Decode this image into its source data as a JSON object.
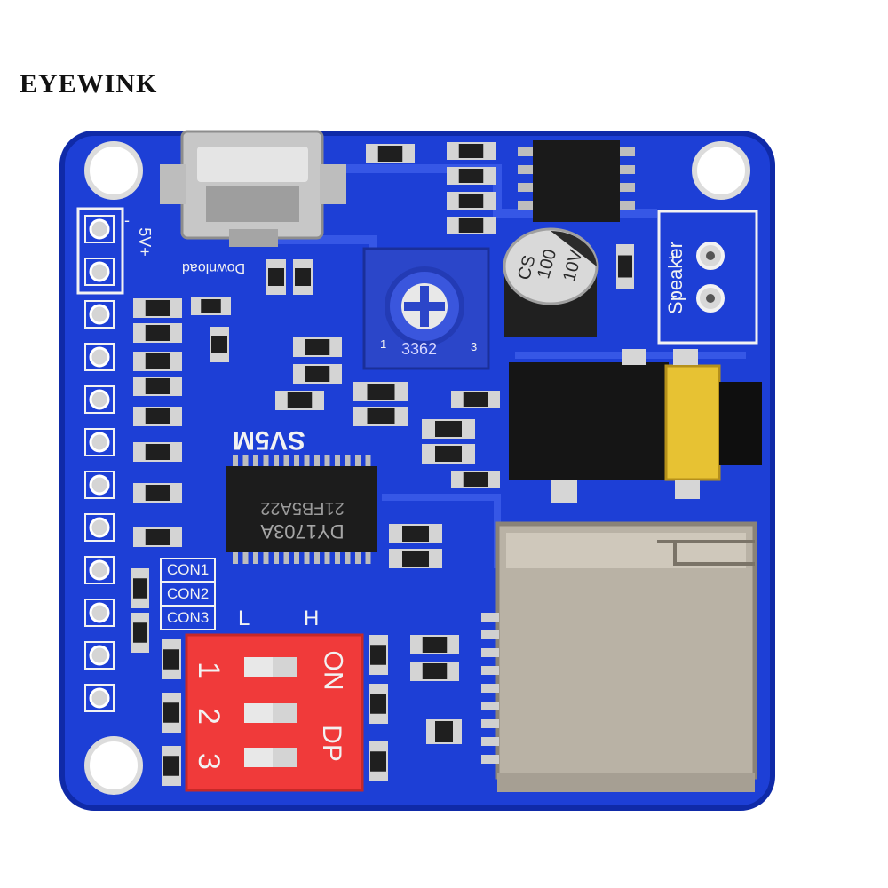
{
  "brand": "EYEWINK",
  "board": {
    "usb_label": "Download",
    "power_label": "5V+",
    "power_label_minus": "-",
    "chip_label": "SV5M",
    "ic_line1": "21FB5A22",
    "ic_line2": "DY1703A",
    "pot_label": "3362",
    "pot_pin1": "1",
    "pot_pin3": "3",
    "cap_line1": "CS",
    "cap_line2": "100",
    "cap_line3": "10V",
    "speaker_label": "Speaker",
    "speaker_plus": "+",
    "speaker_minus": "-",
    "con1": "CON1",
    "con2": "CON2",
    "con3": "CON3",
    "dip_low": "L",
    "dip_high": "H",
    "dip_on": "ON",
    "dip_dp": "DP",
    "dip_1": "1",
    "dip_2": "2",
    "dip_3": "3"
  },
  "colors": {
    "pcb": "#1d3fd6",
    "pcb_dark": "#0f2aa8",
    "silkscreen": "#f2f2f2",
    "dip_switch": "#f03a3a",
    "pads": "#c9c9c9"
  }
}
